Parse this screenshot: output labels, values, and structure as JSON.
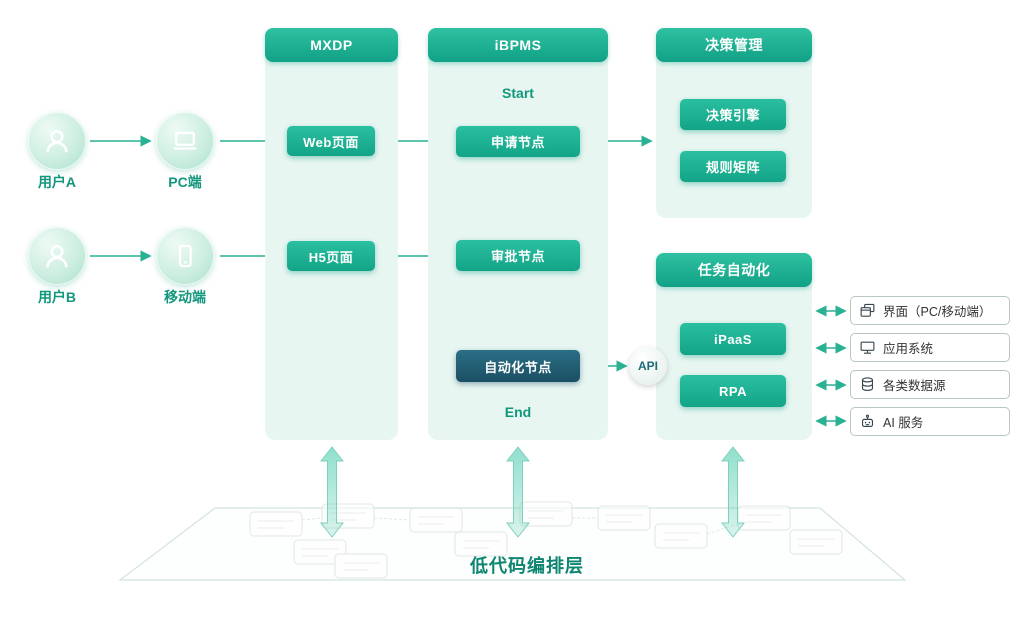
{
  "actors": {
    "user_a": {
      "label": "用户A",
      "icon": "user-icon"
    },
    "pc": {
      "label": "PC端",
      "icon": "laptop-icon"
    },
    "user_b": {
      "label": "用户B",
      "icon": "user-icon"
    },
    "mobile": {
      "label": "移动端",
      "icon": "phone-icon"
    }
  },
  "mxdp": {
    "title": "MXDP",
    "web": "Web页面",
    "h5": "H5页面"
  },
  "ibpms": {
    "title": "iBPMS",
    "start": "Start",
    "apply": "申请节点",
    "approve": "审批节点",
    "auto": "自动化节点",
    "end": "End"
  },
  "decision": {
    "title": "决策管理",
    "engine": "决策引擎",
    "matrix": "规则矩阵"
  },
  "task_automation": {
    "title": "任务自动化",
    "ipaas": "iPaaS",
    "rpa": "RPA"
  },
  "api": "API",
  "integrations": [
    {
      "label": "界面（PC/移动端）",
      "icon": "browser-windows-icon"
    },
    {
      "label": "应用系统",
      "icon": "computer-icon"
    },
    {
      "label": "各类数据源",
      "icon": "database-icon"
    },
    {
      "label": "AI 服务",
      "icon": "robot-icon"
    }
  ],
  "bottom": {
    "label": "低代码编排层"
  },
  "colors": {
    "teal": "#13a487",
    "teal_dark_node": "#1b4f63",
    "panel_bg": "#e8f6f2",
    "arrow": "#29b193",
    "label_text": "#12977d"
  }
}
